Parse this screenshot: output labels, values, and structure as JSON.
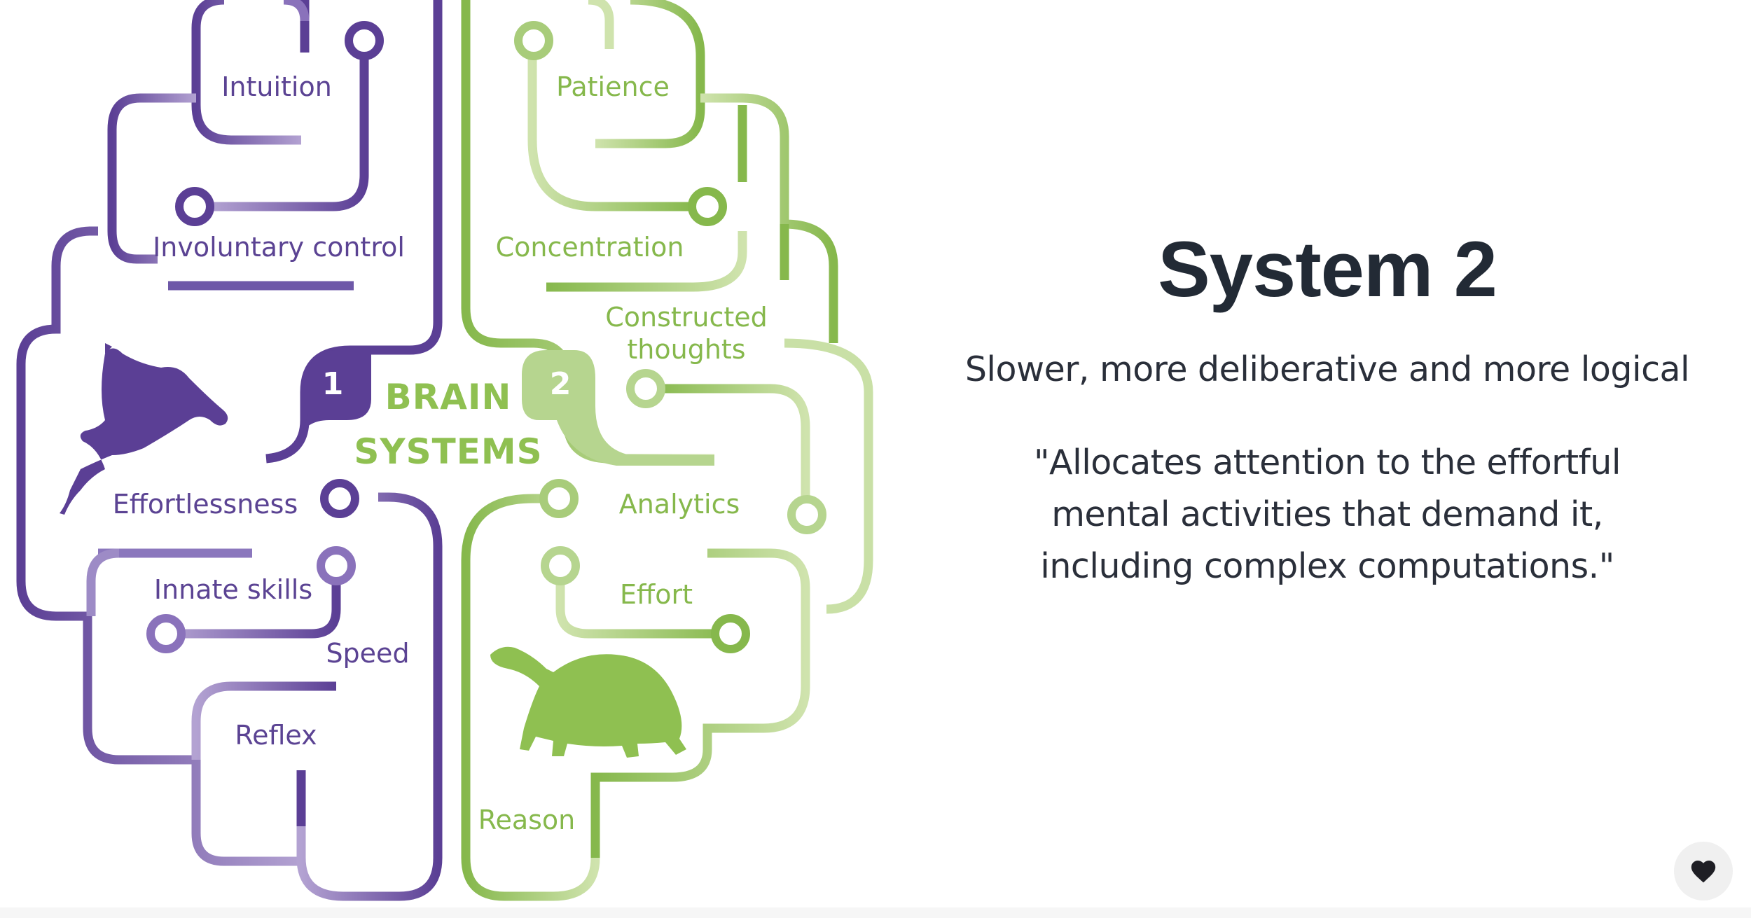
{
  "diagram": {
    "center_title_line1": "BRAIN",
    "center_title_line2": "SYSTEMS",
    "badge_1": "1",
    "badge_2": "2",
    "system1_labels": {
      "intuition": "Intuition",
      "involuntary_control": "Involuntary control",
      "effortlessness": "Effortlessness",
      "innate_skills": "Innate skills",
      "speed": "Speed",
      "reflex": "Reflex"
    },
    "system2_labels": {
      "patience": "Patience",
      "concentration": "Concentration",
      "constructed_thoughts_line1": "Constructed",
      "constructed_thoughts_line2": "thoughts",
      "analytics": "Analytics",
      "effort": "Effort",
      "reason": "Reason"
    },
    "colors": {
      "system1_dark": "#5b3f95",
      "system1_light": "#a995cb",
      "system2_dark": "#86b84c",
      "system2_light": "#c9e0a6"
    },
    "icons": [
      "rabbit-icon",
      "turtle-icon"
    ]
  },
  "slide": {
    "title": "System 2",
    "subtitle": "Slower, more deliberative and more logical",
    "quote": "\"Allocates attention to the effortful mental activities that demand it, including complex computations.\""
  },
  "like_button": {
    "icon": "heart-icon"
  }
}
